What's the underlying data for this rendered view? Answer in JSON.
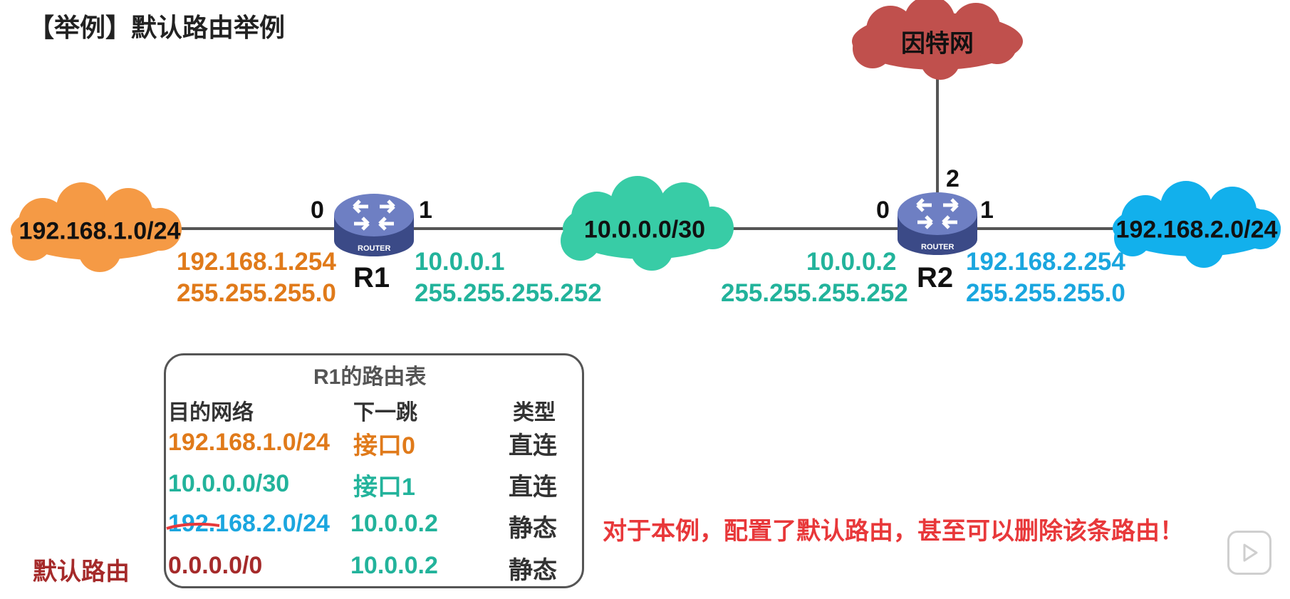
{
  "title": "【举例】默认路由举例",
  "clouds": {
    "internet": "因特网",
    "lan1": "192.168.1.0/24",
    "link": "10.0.0.0/30",
    "lan2": "192.168.2.0/24"
  },
  "routers": {
    "r1": {
      "name": "R1",
      "icon_label": "ROUTER",
      "port_left": "0",
      "port_right": "1"
    },
    "r2": {
      "name": "R2",
      "icon_label": "ROUTER",
      "port_left": "0",
      "port_right": "1",
      "port_top": "2"
    }
  },
  "interfaces": {
    "r1_if0": {
      "ip": "192.168.1.254",
      "mask": "255.255.255.0"
    },
    "r1_if1": {
      "ip": "10.0.0.1",
      "mask": "255.255.255.252"
    },
    "r2_if0": {
      "ip": "10.0.0.2",
      "mask": "255.255.255.252"
    },
    "r2_if1": {
      "ip": "192.168.2.254",
      "mask": "255.255.255.0"
    }
  },
  "routing_table": {
    "title": "R1的路由表",
    "headers": {
      "dest": "目的网络",
      "next_hop": "下一跳",
      "type": "类型"
    },
    "rows": [
      {
        "dest": "192.168.1.0/24",
        "next_hop": "接口0",
        "type": "直连"
      },
      {
        "dest": "10.0.0.0/30",
        "next_hop": "接口1",
        "type": "直连"
      },
      {
        "dest_struck": "192.",
        "dest": "168.2.0/24",
        "next_hop": "10.0.0.2",
        "type": "静态"
      },
      {
        "dest": "0.0.0.0/0",
        "next_hop": "10.0.0.2",
        "type": "静态"
      }
    ],
    "default_route_label": "默认路由"
  },
  "note": "对于本例，配置了默认路由，甚至可以删除该条路由！",
  "colors": {
    "orange": "#e07a1a",
    "teal": "#22b39b",
    "blue": "#1aa6df",
    "internet_cloud": "#c0504d",
    "default_route": "#a52a2a",
    "static": "#c62f6e",
    "note": "#e8383a"
  },
  "icons": {
    "router": "router-icon",
    "cloud": "cloud-shape",
    "play": "play-icon"
  }
}
